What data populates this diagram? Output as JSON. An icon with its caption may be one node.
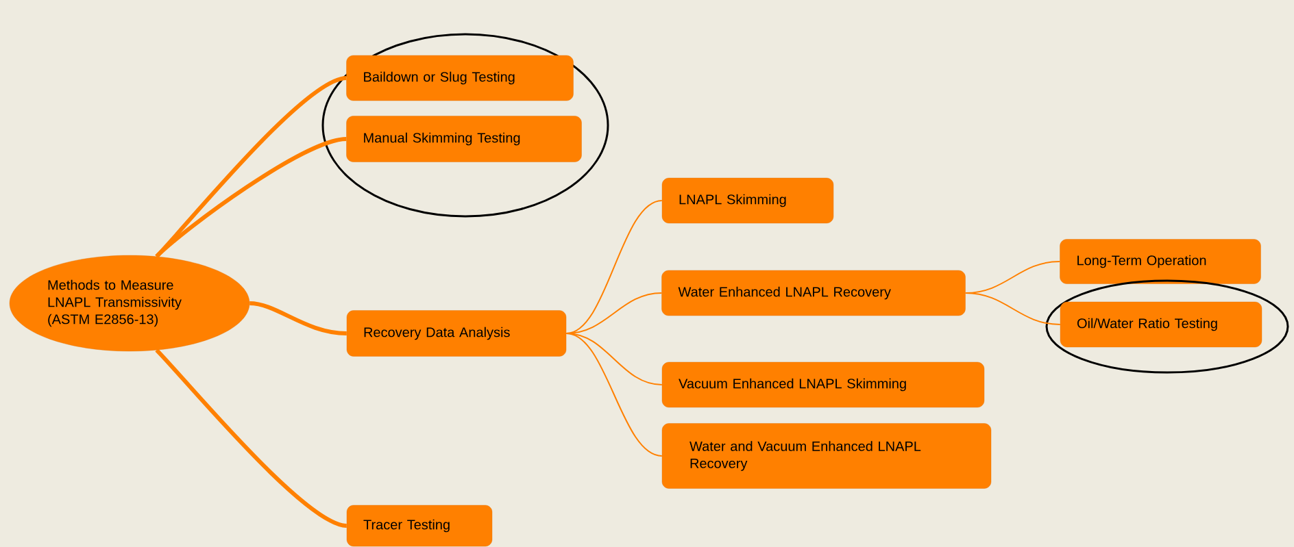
{
  "diagram": {
    "nodes": [
      {
        "text": [
          "Methods to Measure LNAPL Transmissivity (ASTM E2856-13)"
        ]
      },
      {
        "text": [],
        "shape": "circle"
      },
      {
        "text": [
          "Baildown or Slug Testing"
        ],
        "in": 1
      },
      {
        "text": [
          "Manual Skimming Testing"
        ],
        "in": 1
      },
      {
        "text": [
          "Recovery Data Analysis"
        ]
      },
      {
        "text": [
          "Tracer Testing"
        ]
      },
      {
        "text": [
          "LNAPL Skimming"
        ]
      },
      {
        "text": [
          "Water Enhanced LNAPL Recovery"
        ]
      },
      {
        "text": [
          "Vacuum Enhanced LNAPL Skimming"
        ]
      },
      {
        "text": [
          "Water and Vacuum Enhanced LNAPL Recovery"
        ]
      },
      {
        "text": [
          "Long-Term Operation"
        ]
      },
      {
        "text": [],
        "shape": "circle"
      },
      {
        "text": [
          "Oil/Water Ratio Testing"
        ],
        "in": 11
      }
    ],
    "edges": [
      {
        "from": 0,
        "to": 2,
        "arrow": "none",
        "style": "thick"
      },
      {
        "from": 0,
        "to": 3,
        "arrow": "none",
        "style": "thick"
      },
      {
        "from": 0,
        "to": 4,
        "arrow": "none",
        "style": "thick"
      },
      {
        "from": 0,
        "to": 5,
        "arrow": "none",
        "style": "thick"
      },
      {
        "from": 4,
        "to": 6,
        "arrow": "none"
      },
      {
        "from": 4,
        "to": 7,
        "arrow": "none"
      },
      {
        "from": 4,
        "to": 8,
        "arrow": "none"
      },
      {
        "from": 4,
        "to": 9,
        "arrow": "none"
      },
      {
        "from": 7,
        "to": 10,
        "arrow": "none"
      },
      {
        "from": 7,
        "to": 12,
        "arrow": "none"
      }
    ]
  }
}
